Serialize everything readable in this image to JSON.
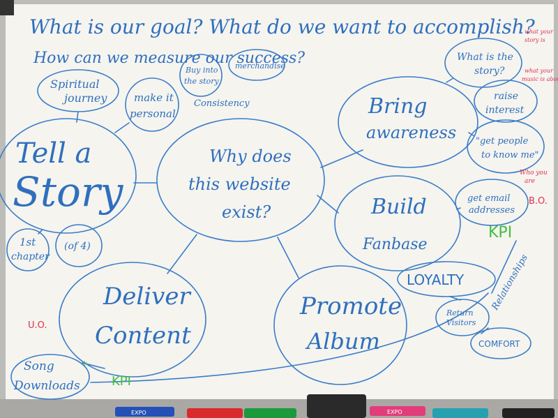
{
  "header": {
    "line1": "What is our goal? What do we want to accomplish?",
    "line2": "How can we measure our success?"
  },
  "center": {
    "line1": "Why does",
    "line2": "this website",
    "line3": "exist?"
  },
  "tell_story": {
    "line1": "Tell a",
    "line2": "Story",
    "spiritual_line1": "Spiritual",
    "spiritual_line2": "journey",
    "personal_line1": "make it",
    "personal_line2": "personal",
    "buy_line1": "Buy into",
    "buy_line2": "the story",
    "merch": "merchandise",
    "consistency": "Consistency",
    "chapter_line1": "1st",
    "chapter_line2": "chapter",
    "of4": "(of 4)"
  },
  "bring_awareness": {
    "line1": "Bring",
    "line2": "awareness",
    "story_line1": "What is the",
    "story_line2": "story?",
    "raise_line1": "raise",
    "raise_line2": "interest",
    "know_line1": "\"get people",
    "know_line2": "to know me\""
  },
  "build_fanbase": {
    "line1": "Build",
    "line2": "Fanbase",
    "email_line1": "get email",
    "email_line2": "addresses",
    "kpi": "KPI",
    "loyalty": "LOYALTY",
    "return_line1": "Return",
    "return_line2": "Visitors",
    "relationships": "Relationships",
    "comfort": "COMFORT"
  },
  "deliver": {
    "line1": "Deliver",
    "line2": "Content",
    "songs_line1": "Song",
    "songs_line2": "Downloads",
    "kpi": "KPI"
  },
  "promote": {
    "line1": "Promote",
    "line2": "Album"
  },
  "red_notes": {
    "uo": "U.O.",
    "bo": "B.O.",
    "who_line1": "Who you",
    "who_line2": "are",
    "what_line1": "what your",
    "what_line2": "story is",
    "music_line1": "what your",
    "music_line2": "music is about"
  },
  "markers": {
    "label": "EXPO"
  },
  "colors": {
    "ink": "#2f6fbd",
    "green": "#3fbf3f",
    "red": "#e0304e",
    "board": "#f4f3ee",
    "frame": "#b8b8b4"
  }
}
